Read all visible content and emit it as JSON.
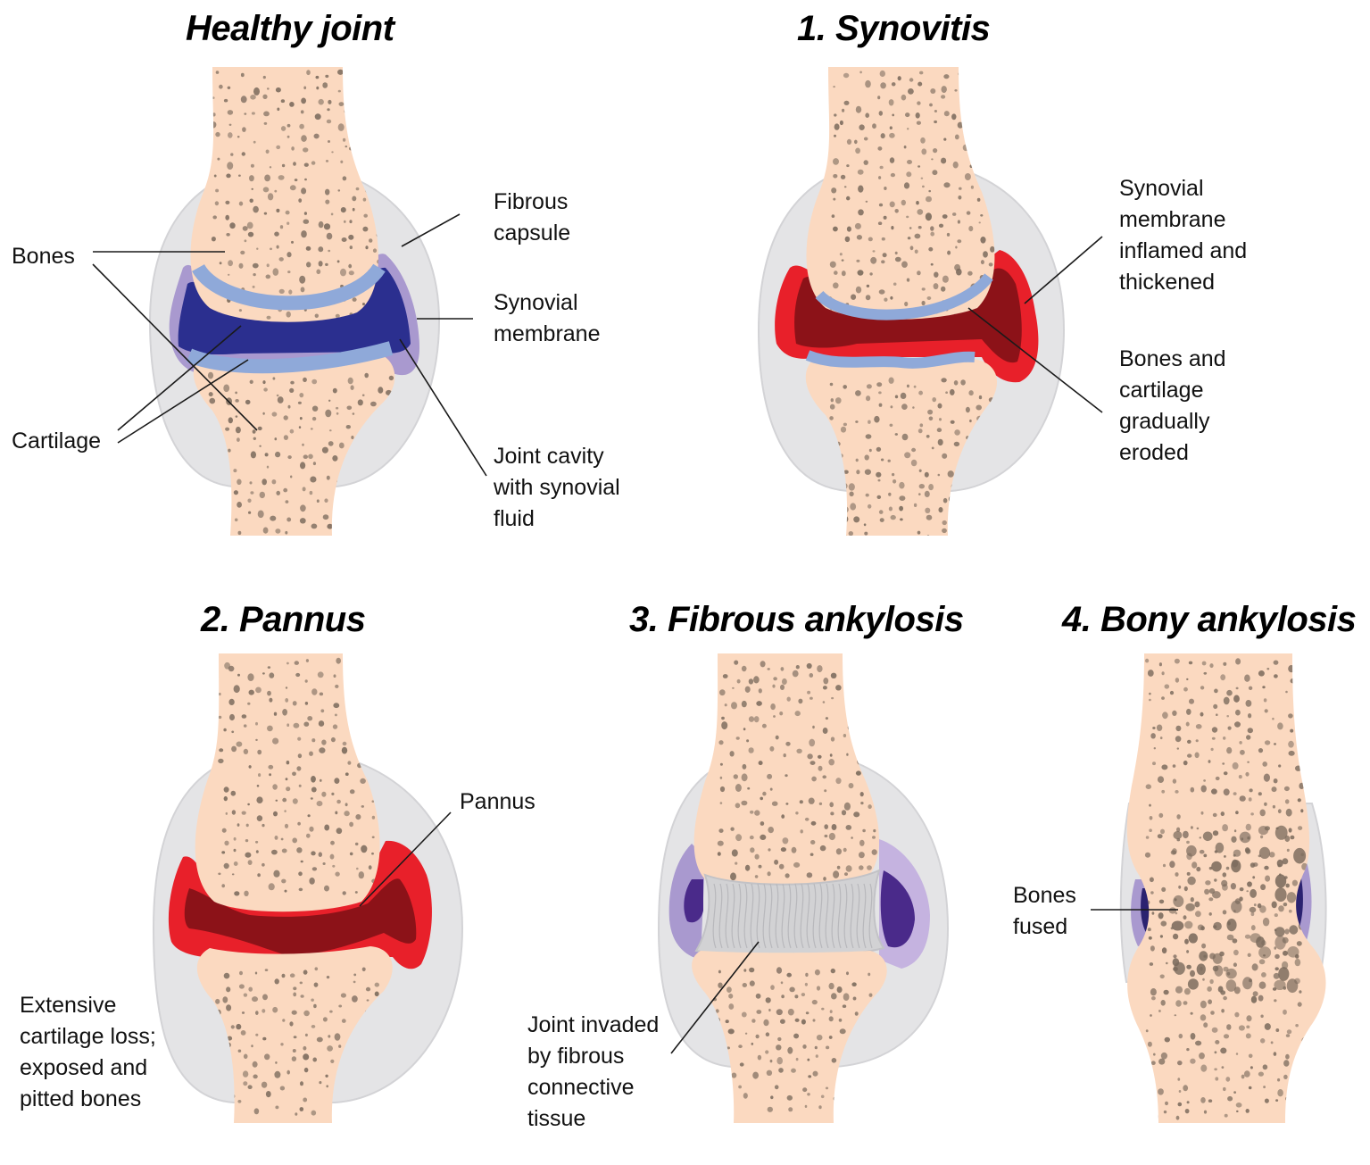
{
  "panels": [
    {
      "title": "Healthy joint"
    },
    {
      "title": "1. Synovitis"
    },
    {
      "title": "2. Pannus"
    },
    {
      "title": "3. Fibrous ankylosis"
    },
    {
      "title": "4. Bony ankylosis"
    }
  ],
  "labels": {
    "bones": [
      "Bones"
    ],
    "cartilage": [
      "Cartilage"
    ],
    "fibrous_capsule": [
      "Fibrous",
      "capsule"
    ],
    "synovial_membrane": [
      "Synovial",
      "membrane"
    ],
    "joint_cavity": [
      "Joint cavity",
      "with synovial",
      "fluid"
    ],
    "synovial_inflamed": [
      "Synovial",
      "membrane",
      "inflamed and",
      "thickened"
    ],
    "bones_cartilage_eroded": [
      "Bones and",
      "cartilage",
      "gradually",
      "eroded"
    ],
    "pannus": [
      "Pannus"
    ],
    "extensive_loss": [
      "Extensive",
      "cartilage loss;",
      "exposed and",
      "pitted bones"
    ],
    "joint_invaded": [
      "Joint invaded",
      "by fibrous",
      "connective",
      "tissue"
    ],
    "bones_fused": [
      "Bones",
      "fused"
    ]
  },
  "colors": {
    "bone": "#fbd9c0",
    "bone_pore": "#7a6a5c",
    "capsule": "#e4e4e6",
    "cartilage": "#8fa9d9",
    "synovial_membrane": "#a999cf",
    "synovial_fluid": "#2b2f8f",
    "inflamed_membrane": "#e8202a",
    "pannus": "#8c1218",
    "fibrous_tissue": "#d2d2d4",
    "leader_line": "#1a1a1a"
  }
}
